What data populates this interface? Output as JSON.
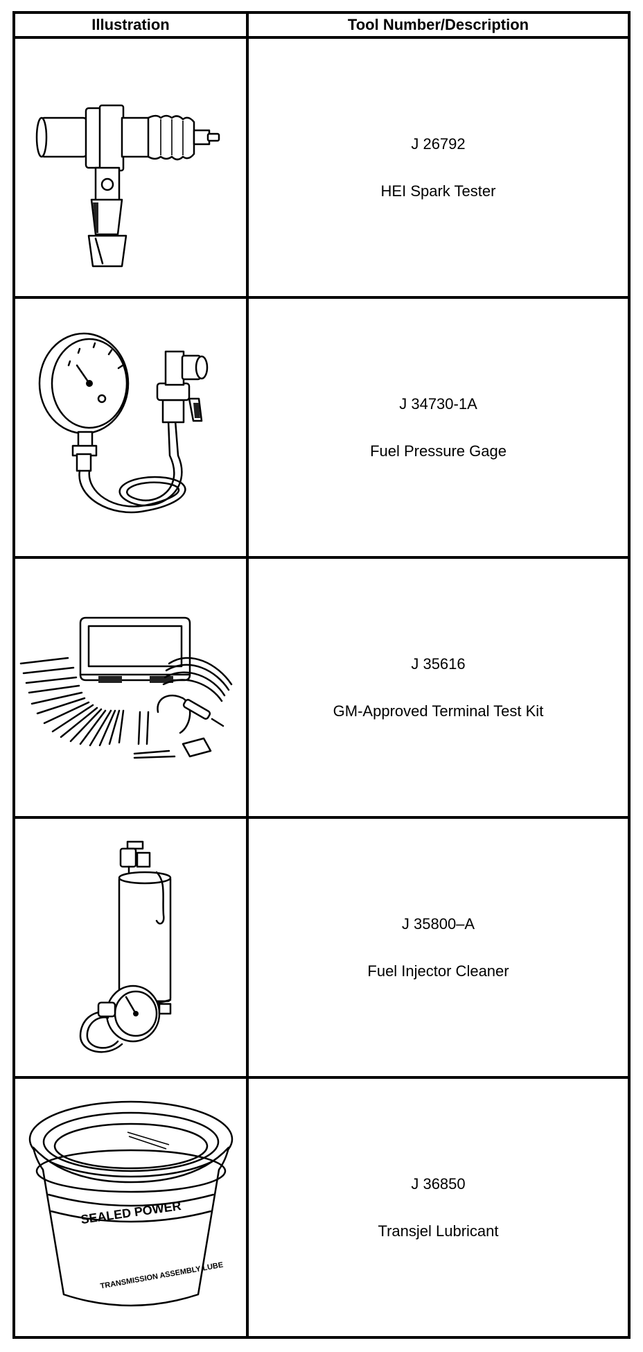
{
  "table": {
    "header": {
      "illustration": "Illustration",
      "description": "Tool Number/Description"
    },
    "rows": [
      {
        "number": "J 26792",
        "description": "HEI Spark Tester",
        "icon": "spark-tester-icon"
      },
      {
        "number": "J 34730-1A",
        "description": "Fuel Pressure Gage",
        "icon": "fuel-pressure-gage-icon"
      },
      {
        "number": "J 35616",
        "description": "GM-Approved Terminal Test Kit",
        "icon": "terminal-test-kit-icon"
      },
      {
        "number": "J 35800–A",
        "description": "Fuel Injector Cleaner",
        "icon": "fuel-injector-cleaner-icon"
      },
      {
        "number": "J 36850",
        "description": "Transjel Lubricant",
        "icon": "transjel-lubricant-tub-icon"
      }
    ]
  },
  "labels": {
    "tub_brand": "SEALED POWER",
    "tub_contents": "TRANSMISSION ASSEMBLY LUBE"
  }
}
